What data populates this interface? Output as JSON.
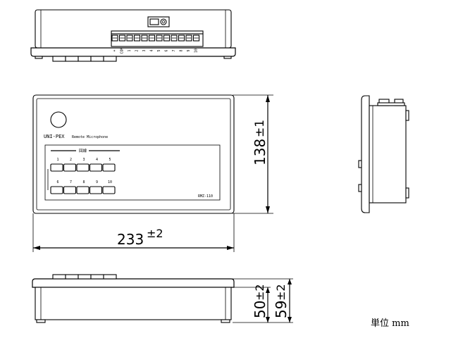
{
  "front": {
    "brand": "UNI-PEX",
    "product": "Remote Microphone",
    "group_label": "回線",
    "model": "RMZ-110",
    "top_row": [
      "1",
      "2",
      "3",
      "4",
      "5"
    ],
    "bottom_row": [
      "6",
      "7",
      "8",
      "9",
      "10"
    ]
  },
  "terminal_labels": [
    "+",
    "COM",
    "1",
    "2",
    "3",
    "4",
    "5",
    "6",
    "7",
    "8",
    "9",
    "10"
  ],
  "dimensions": {
    "width_value": "233",
    "width_tol": "±2",
    "height_value": "138",
    "height_tol": "±1",
    "depth_body_value": "50",
    "depth_body_tol": "±2",
    "depth_total_value": "59",
    "depth_total_tol": "±2"
  },
  "unit_label": "単位 mm"
}
